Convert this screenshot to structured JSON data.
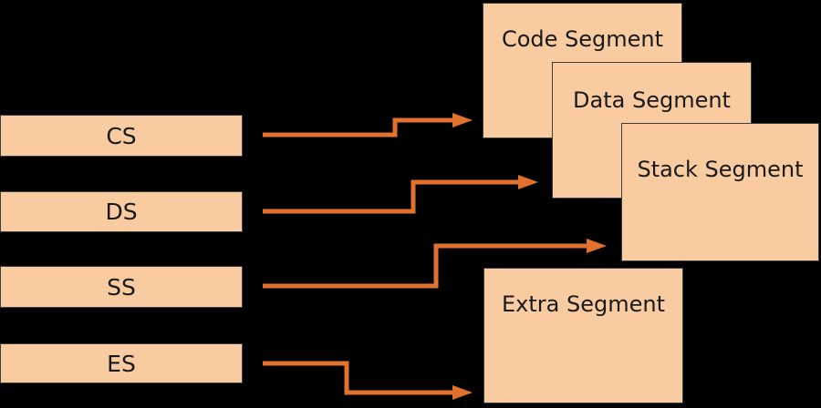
{
  "diagram": {
    "registers": [
      {
        "id": "cs",
        "label": "CS"
      },
      {
        "id": "ds",
        "label": "DS"
      },
      {
        "id": "ss",
        "label": "SS"
      },
      {
        "id": "es",
        "label": "ES"
      }
    ],
    "segments": [
      {
        "id": "code",
        "label": "Code Segment"
      },
      {
        "id": "data",
        "label": "Data Segment"
      },
      {
        "id": "stack",
        "label": "Stack Segment"
      },
      {
        "id": "extra",
        "label": "Extra Segment"
      }
    ],
    "connections": [
      {
        "from": "CS",
        "to": "Code Segment"
      },
      {
        "from": "DS",
        "to": "Data Segment"
      },
      {
        "from": "SS",
        "to": "Stack Segment"
      },
      {
        "from": "ES",
        "to": "Extra Segment"
      }
    ],
    "colors": {
      "background": "#000000",
      "box_fill": "#F8CBA1",
      "box_border": "#3D3D3C",
      "arrow": "#E2712E",
      "text": "#1A1A1A"
    }
  }
}
